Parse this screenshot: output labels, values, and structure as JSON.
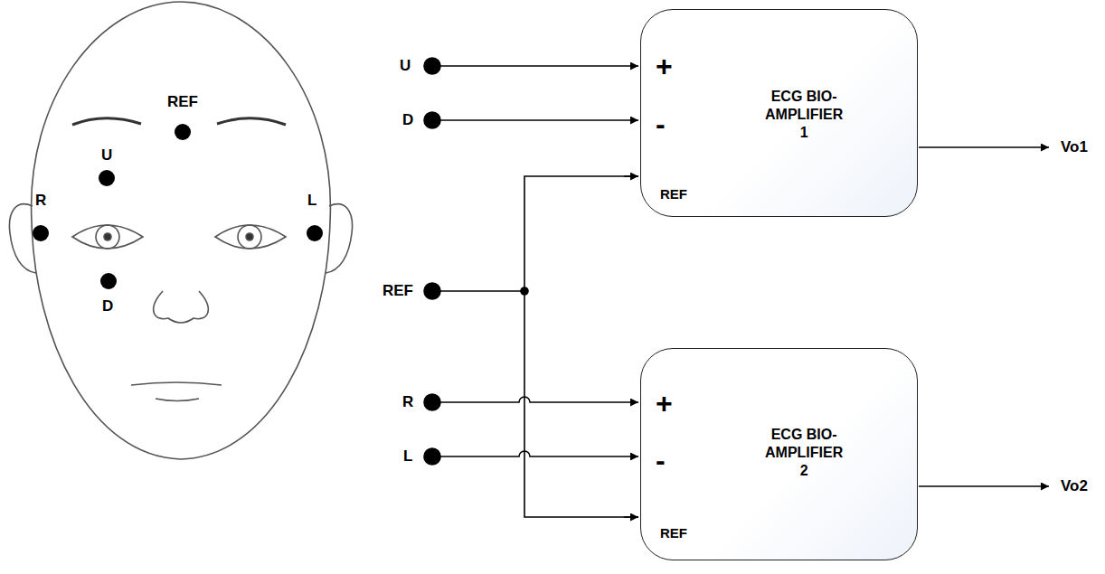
{
  "diagram": {
    "nodes": [
      {
        "text": [
          "+",
          "-",
          "REF",
          "ECG BIO-AMPLIFIER 1"
        ]
      },
      {
        "text": [
          "+",
          "-",
          "REF",
          "ECG BIO-AMPLIFIER 2"
        ]
      }
    ],
    "labels": [
      "REF",
      "U",
      "R",
      "L",
      "D",
      "U",
      "D",
      "REF",
      "R",
      "L",
      "Vo1",
      "Vo2"
    ]
  }
}
